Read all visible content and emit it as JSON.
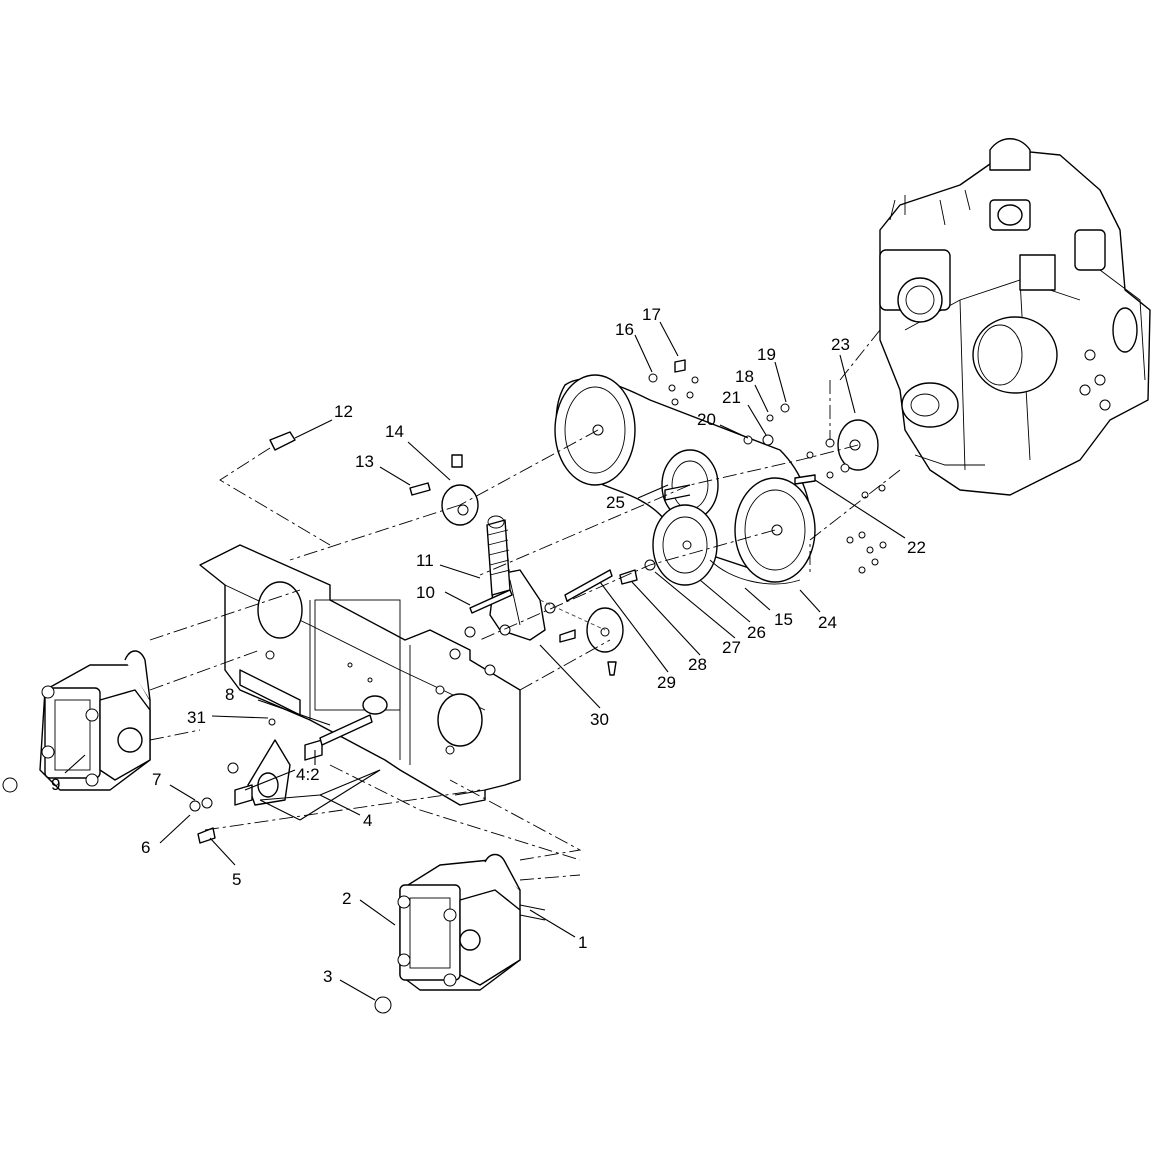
{
  "callouts": [
    {
      "id": "1",
      "label": "1"
    },
    {
      "id": "2",
      "label": "2"
    },
    {
      "id": "3",
      "label": "3"
    },
    {
      "id": "4",
      "label": "4"
    },
    {
      "id": "4:2",
      "label": "4:2"
    },
    {
      "id": "5",
      "label": "5"
    },
    {
      "id": "6",
      "label": "6"
    },
    {
      "id": "7",
      "label": "7"
    },
    {
      "id": "8",
      "label": "8"
    },
    {
      "id": "9",
      "label": "9"
    },
    {
      "id": "10",
      "label": "10"
    },
    {
      "id": "11",
      "label": "11"
    },
    {
      "id": "12",
      "label": "12"
    },
    {
      "id": "13",
      "label": "13"
    },
    {
      "id": "14",
      "label": "14"
    },
    {
      "id": "15",
      "label": "15"
    },
    {
      "id": "16",
      "label": "16"
    },
    {
      "id": "17",
      "label": "17"
    },
    {
      "id": "18",
      "label": "18"
    },
    {
      "id": "19",
      "label": "19"
    },
    {
      "id": "20",
      "label": "20"
    },
    {
      "id": "21",
      "label": "21"
    },
    {
      "id": "22",
      "label": "22"
    },
    {
      "id": "23",
      "label": "23"
    },
    {
      "id": "24",
      "label": "24"
    },
    {
      "id": "25",
      "label": "25"
    },
    {
      "id": "26",
      "label": "26"
    },
    {
      "id": "27",
      "label": "27"
    },
    {
      "id": "28",
      "label": "28"
    },
    {
      "id": "29",
      "label": "29"
    },
    {
      "id": "30",
      "label": "30"
    },
    {
      "id": "31",
      "label": "31"
    }
  ]
}
